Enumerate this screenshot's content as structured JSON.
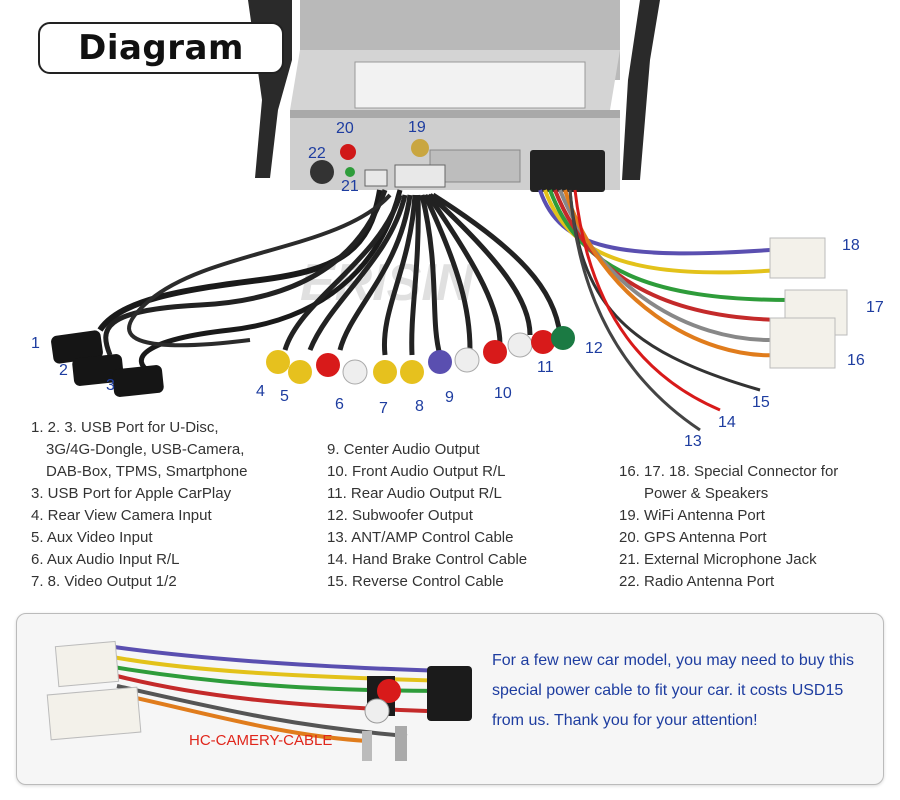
{
  "title": "Diagram",
  "watermark": "ERISIN",
  "callouts": {
    "c1": "1",
    "c2": "2",
    "c3": "3",
    "c4": "4",
    "c5": "5",
    "c6": "6",
    "c7": "7",
    "c8": "8",
    "c9": "9",
    "c10": "10",
    "c11": "11",
    "c12": "12",
    "c13": "13",
    "c14": "14",
    "c15": "15",
    "c16": "16",
    "c17": "17",
    "c18": "18",
    "c19": "19",
    "c20": "20",
    "c21": "21",
    "c22": "22"
  },
  "legend": {
    "col1": [
      "1. 2. 3. USB Port for U-Disc,",
      "3G/4G-Dongle, USB-Camera,",
      "DAB-Box, TPMS, Smartphone",
      "3. USB Port  for Apple CarPlay",
      "4. Rear View Camera Input",
      "5. Aux Video Input",
      "6. Aux Audio Input R/L",
      "7. 8. Video Output 1/2"
    ],
    "col2": [
      "9. Center Audio Output",
      "10. Front Audio Output R/L",
      "11. Rear Audio Output R/L",
      "12. Subwoofer Output",
      "13. ANT/AMP Control Cable",
      "14. Hand Brake Control Cable",
      "15. Reverse Control Cable"
    ],
    "col3": [
      "16. 17. 18. Special Connector for",
      "Power & Speakers",
      "19. WiFi Antenna Port",
      "20. GPS Antenna Port",
      "21. External Microphone Jack",
      "22. Radio Antenna Port"
    ]
  },
  "cable_label": "HC-CAMERY-CABLE",
  "note": [
    "For a few new car model, you may need to buy this",
    "special power cable to fit your car. it costs USD15",
    "from us. Thank you for your attention!"
  ]
}
